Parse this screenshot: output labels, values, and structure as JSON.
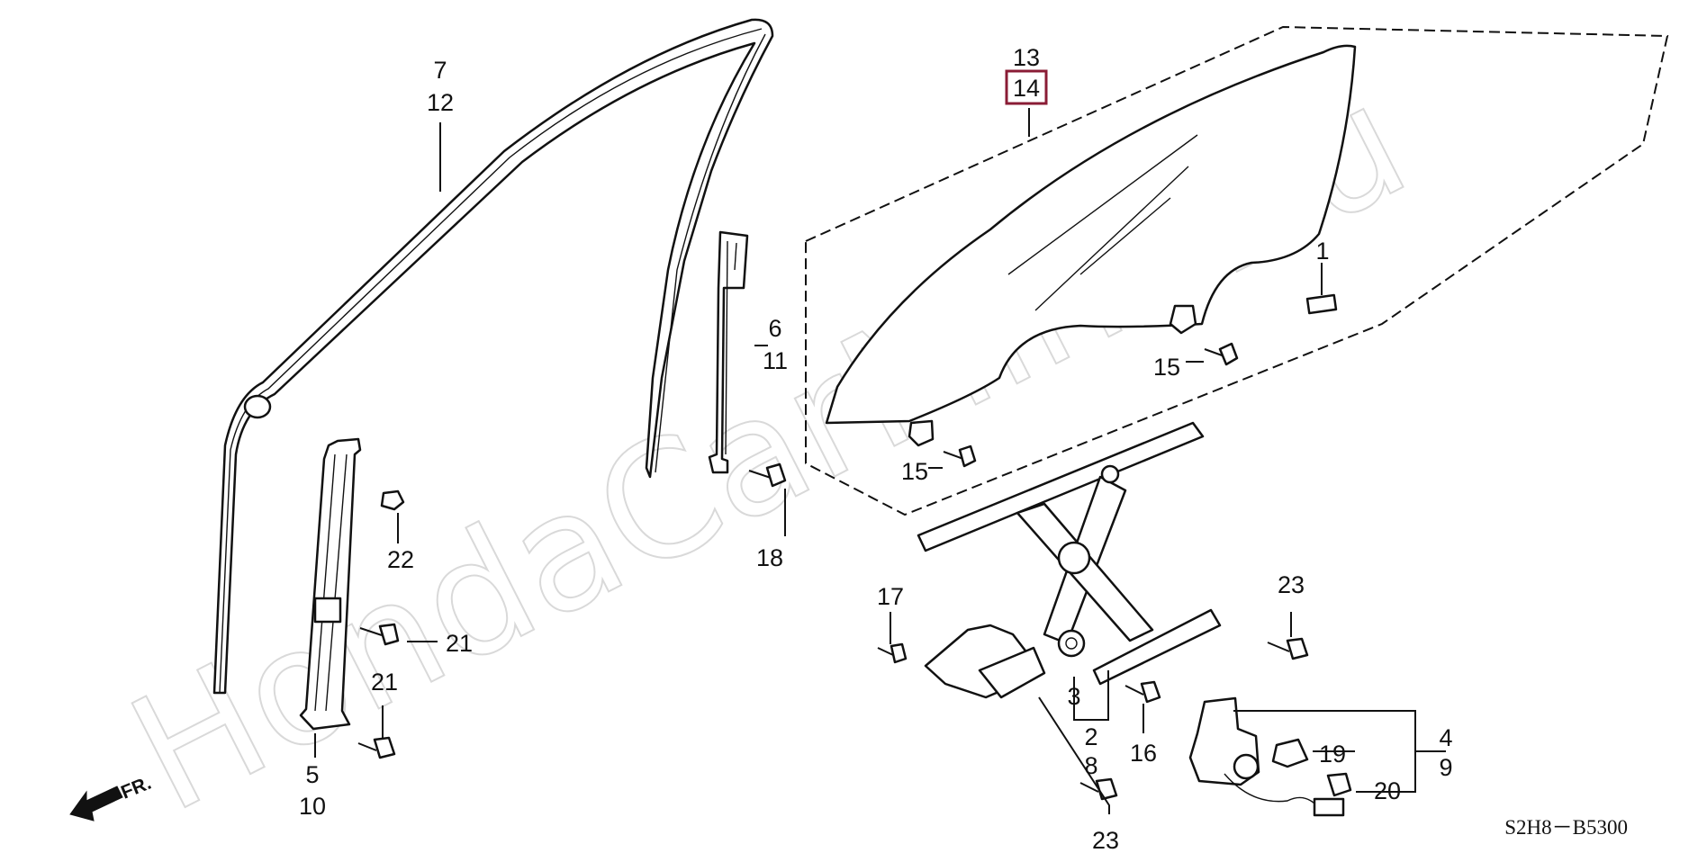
{
  "watermark": "HondaCarMine.ru",
  "diagram_code": "S2H8－B5300",
  "direction_label": "FR.",
  "callouts": {
    "c1": "1",
    "c2": "2",
    "c3": "3",
    "c4": "4",
    "c5": "5",
    "c6": "6",
    "c7": "7",
    "c8": "8",
    "c9": "9",
    "c10": "10",
    "c11": "11",
    "c12": "12",
    "c13": "13",
    "c14": "14",
    "c15a": "15",
    "c15b": "15",
    "c16": "16",
    "c17": "17",
    "c18": "18",
    "c19": "19",
    "c20": "20",
    "c21a": "21",
    "c21b": "21",
    "c22": "22",
    "c23a": "23",
    "c23b": "23"
  },
  "highlight": {
    "part": "14",
    "color": "#8a1c35"
  }
}
